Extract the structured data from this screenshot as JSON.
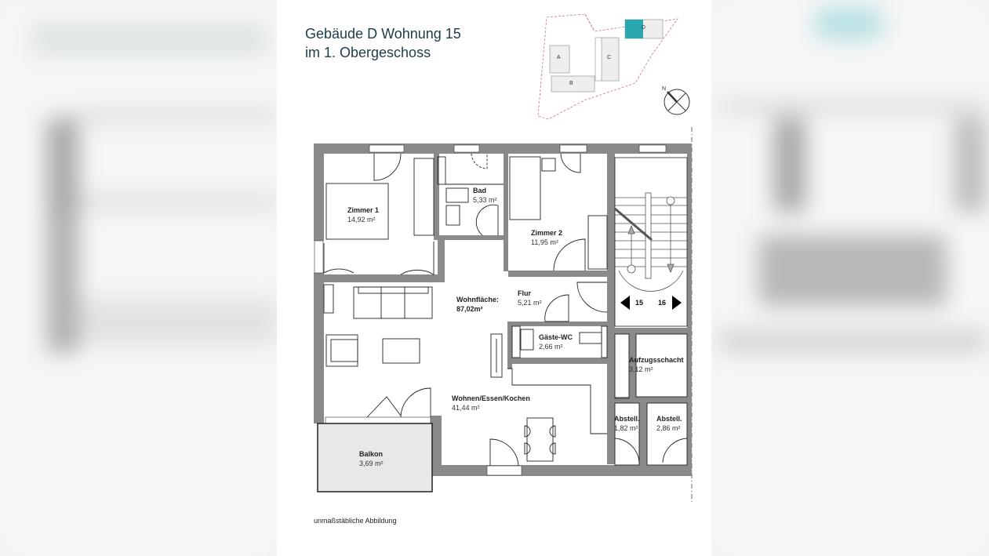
{
  "header": {
    "title_line1": "Gebäude D Wohnung 15",
    "title_line2": "im 1. Obergeschoss"
  },
  "site_plan": {
    "buildings": [
      "A",
      "B",
      "C",
      "D"
    ],
    "highlighted_building": "D",
    "highlight_color": "#2aa8b0",
    "compass_label": "N"
  },
  "summary": {
    "label": "Wohnfläche:",
    "value": "87,02m²"
  },
  "rooms": {
    "zimmer1": {
      "name": "Zimmer 1",
      "area": "14,92 m²"
    },
    "bad": {
      "name": "Bad",
      "area": "5,33 m²"
    },
    "zimmer2": {
      "name": "Zimmer 2",
      "area": "11,95 m²"
    },
    "flur": {
      "name": "Flur",
      "area": "5,21 m²"
    },
    "gaeste_wc": {
      "name": "Gäste-WC",
      "area": "2,66 m²"
    },
    "aufzug": {
      "name": "Aufzugsschacht",
      "area": "3,12 m²"
    },
    "wohnen": {
      "name": "Wohnen/Essen/Kochen",
      "area": "41,44 m²"
    },
    "abstell1": {
      "name": "Abstell.",
      "area": "1,82 m²"
    },
    "abstell2": {
      "name": "Abstell.",
      "area": "2,86 m²"
    },
    "balkon": {
      "name": "Balkon",
      "area": "3,69 m²"
    }
  },
  "stairs": {
    "left_num": "15",
    "right_num": "16"
  },
  "footnote": "unmaßstäbliche Abbildung",
  "colors": {
    "wall": "#8a8a8a",
    "title": "#1e3c48",
    "balcony_fill": "#e8e8e8"
  }
}
